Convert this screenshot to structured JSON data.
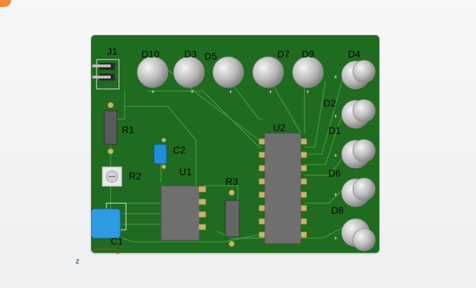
{
  "pcb": {
    "connector": "J1",
    "resistors": [
      "R1",
      "R2",
      "R3"
    ],
    "capacitors": [
      "C1",
      "C2"
    ],
    "ics": [
      "U1",
      "U2"
    ],
    "leds_top": [
      "D10",
      "D3",
      "D5",
      "D7",
      "D9"
    ],
    "leds_right": [
      "D4",
      "D2",
      "D1",
      "D6",
      "D8"
    ],
    "polarity_mark": "+"
  },
  "axes": {
    "z": "z",
    "x": "x"
  },
  "colors": {
    "board": "#1f6b1f",
    "trace": "#3f9a3f",
    "capacitor": "#1f8fd6",
    "chip": "#6f6f6f",
    "accent": "#f08a3a"
  }
}
